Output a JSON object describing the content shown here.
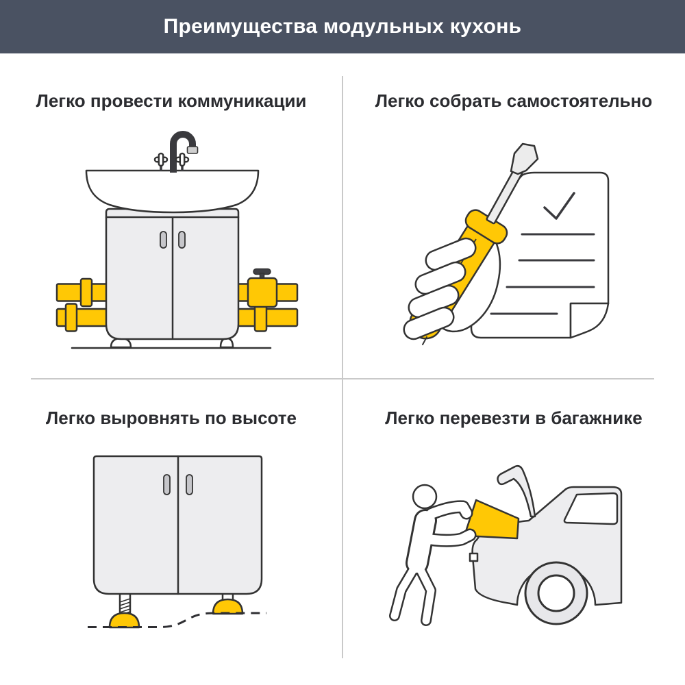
{
  "header": {
    "title": "Преимущества модульных кухонь"
  },
  "quadrants": [
    {
      "id": "utilities",
      "title": "Легко провести коммуникации",
      "icon": "sink-with-pipes-icon"
    },
    {
      "id": "assembly",
      "title": "Легко собрать самостоятельно",
      "icon": "hand-screwdriver-checklist-icon"
    },
    {
      "id": "leveling",
      "title": "Легко выровнять по высоте",
      "icon": "cabinet-adjustable-legs-icon"
    },
    {
      "id": "transport",
      "title": "Легко перевезти в багажнике",
      "icon": "car-trunk-loading-icon"
    }
  ],
  "colors": {
    "header_bg": "#4a5262",
    "title_text": "#2b2c30",
    "accent": "#ffc805",
    "outline": "#333333",
    "fill_light": "#ededef",
    "divider": "#c9c9c9"
  }
}
